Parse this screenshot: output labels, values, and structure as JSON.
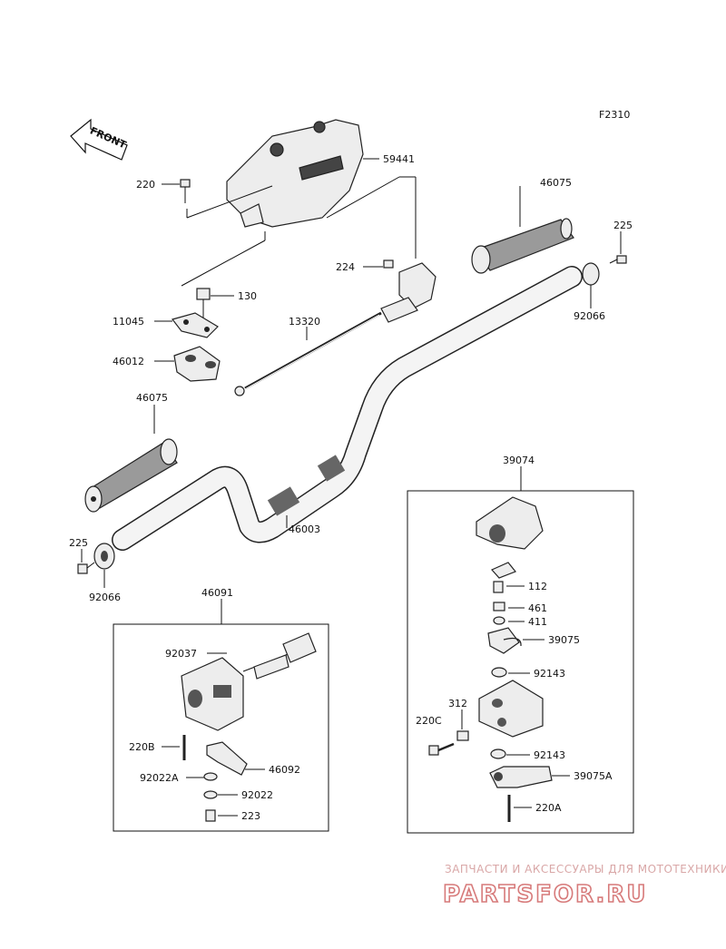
{
  "figure_code": "F2310",
  "front_label": "FRONT",
  "parts": {
    "p59441": "59441",
    "p220_top": "220",
    "p46075_right": "46075",
    "p225_right": "225",
    "p92066_right": "92066",
    "p224": "224",
    "p130": "130",
    "p11045": "11045",
    "p13320": "13320",
    "p46012": "46012",
    "p46075_left": "46075",
    "p46003": "46003",
    "p225_left": "225",
    "p92066_left": "92066",
    "p46091": "46091",
    "p92037": "92037",
    "p220B": "220B",
    "p46092": "46092",
    "p92022A": "92022A",
    "p92022": "92022",
    "p223": "223",
    "p39074": "39074",
    "p112": "112",
    "p461": "461",
    "p411": "411",
    "p39075": "39075",
    "p92143_a": "92143",
    "p312": "312",
    "p220C": "220C",
    "p92143_b": "92143",
    "p39075A": "39075A",
    "p220A": "220A"
  },
  "watermark": {
    "line1": "ЗАПЧАСТИ И АКСЕССУАРЫ ДЛЯ МОТОТЕХНИКИ",
    "line2": "PARTSFOR.RU"
  }
}
